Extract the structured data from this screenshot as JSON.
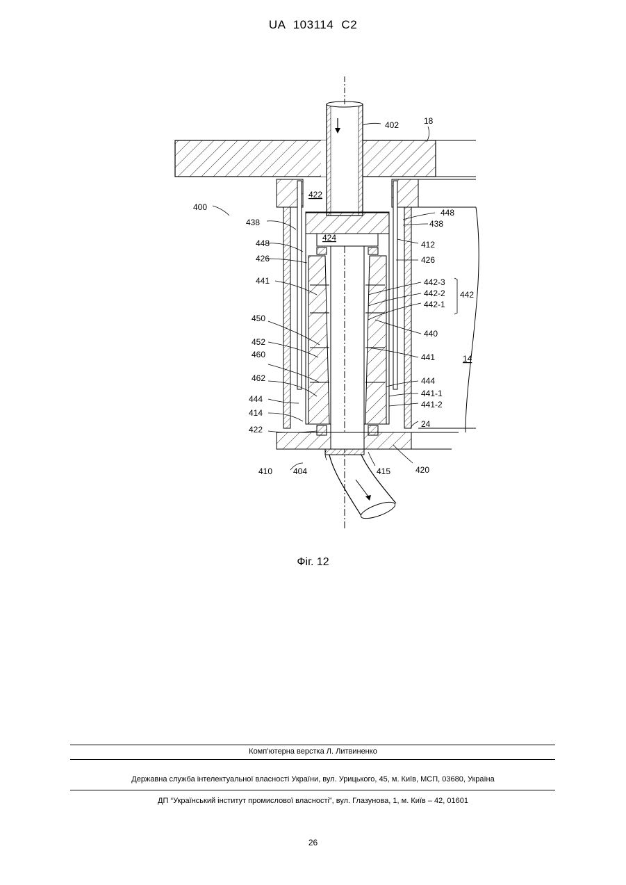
{
  "header": {
    "doc_id": "UA   103114   C2"
  },
  "figure": {
    "caption": "Фіг. 12",
    "labels": {
      "l402": "402",
      "l18": "18",
      "l422_top": "422",
      "l400": "400",
      "l438_left": "438",
      "l448_left": "448",
      "l426_left": "426",
      "l441_left": "441",
      "l450": "450",
      "l452": "452",
      "l460": "460",
      "l462": "462",
      "l444_left": "444",
      "l414": "414",
      "l422_bottom": "422",
      "l410": "410",
      "l404": "404",
      "l415": "415",
      "l420": "420",
      "l424": "424",
      "l448_right": "448",
      "l438_right": "438",
      "l412": "412",
      "l426_right": "426",
      "l442_3": "442-3",
      "l442_2": "442-2",
      "l442_1": "442-1",
      "l442": "442",
      "l440": "440",
      "l441_right": "441",
      "l14": "14",
      "l444_right": "444",
      "l441_1": "441-1",
      "l441_2": "441-2",
      "l24": "24"
    }
  },
  "footer": {
    "layout": "Комп’ютерна верстка Л. Литвиненко",
    "agency": "Державна служба інтелектуальної власності України, вул. Урицького, 45, м. Київ, МСП, 03680, Україна",
    "institute": "ДП “Український інститут промислової власності”, вул. Глазунова, 1, м. Київ – 42, 01601"
  },
  "page_number": "26"
}
